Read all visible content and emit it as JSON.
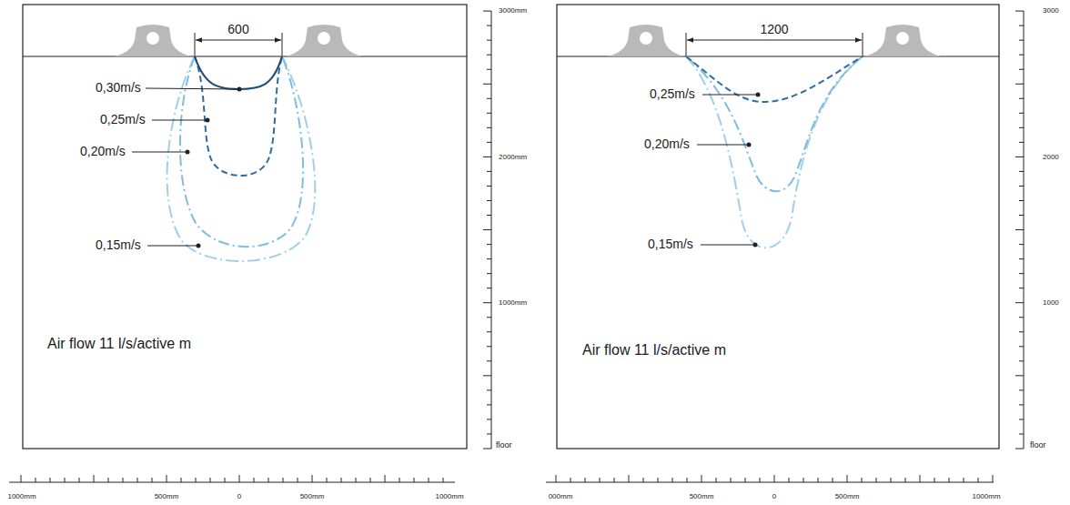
{
  "diagram": {
    "labels": [
      "600",
      "0,30m/s",
      "0,25m/s",
      "0,20m/s",
      "0,15m/s",
      "Air flow 11 l/s/active m",
      "3000mm",
      "2000mm",
      "1000mm",
      "floor",
      "1000mm",
      "500mm",
      "0",
      "500mm",
      "1000mm",
      "1200",
      "0,25m/s",
      "0,20m/s",
      "0,15m/s",
      "Air flow 11 l/s/active m",
      "3000",
      "2000",
      "1000",
      "floor",
      "000mm",
      "500mm",
      "0",
      "500mm",
      "1000mm"
    ]
  }
}
